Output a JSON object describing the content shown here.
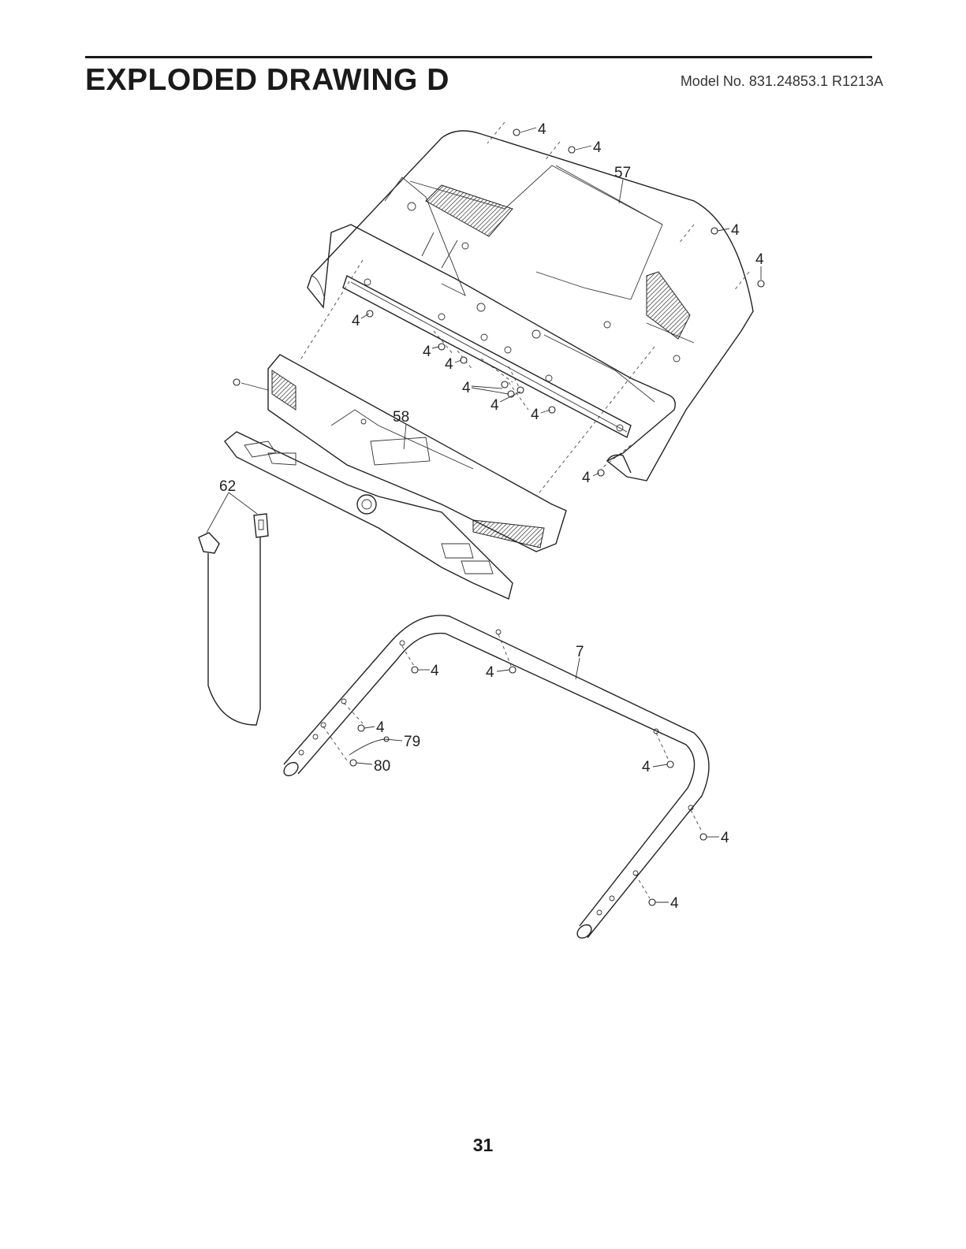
{
  "header": {
    "title": "EXPLODED DRAWING D",
    "model": "Model No. 831.24853.1 R1213A"
  },
  "callouts": {
    "c4": "4",
    "c57": "57",
    "c58": "58",
    "c62": "62",
    "c7": "7",
    "c79": "79",
    "c80": "80"
  },
  "footer": {
    "page_number": "31"
  }
}
